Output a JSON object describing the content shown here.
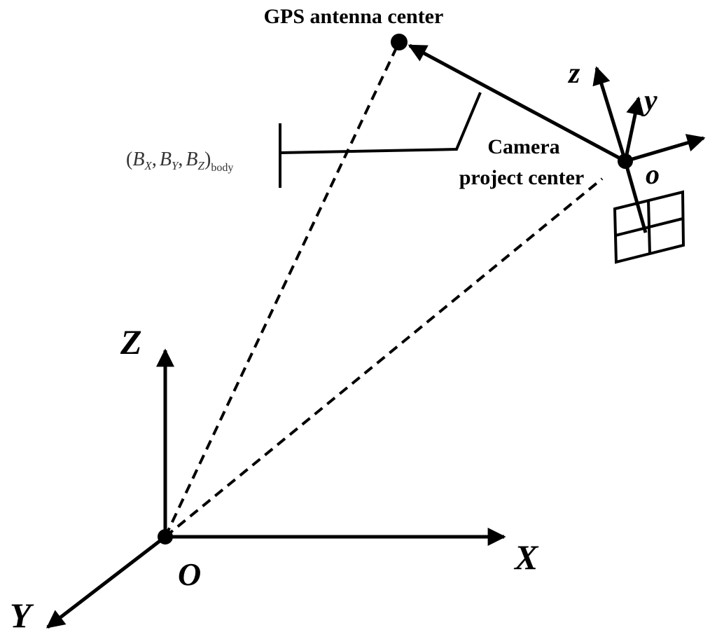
{
  "labels": {
    "gps": "GPS antenna center",
    "camera_line1": "Camera",
    "camera_line2": "project center",
    "lever_arm_open": "(",
    "lever_arm_bx": "B",
    "lever_arm_bx_sub": "X",
    "lever_arm_by": "B",
    "lever_arm_by_sub": "Y",
    "lever_arm_bz": "B",
    "lever_arm_bz_sub": "Z",
    "lever_arm_comma": ",",
    "lever_arm_close": ")",
    "lever_arm_frame": "body"
  },
  "world_axes": {
    "origin": "O",
    "x": "X",
    "y": "Y",
    "z": "Z"
  },
  "body_axes": {
    "origin": "o",
    "y": "y",
    "z": "z"
  }
}
